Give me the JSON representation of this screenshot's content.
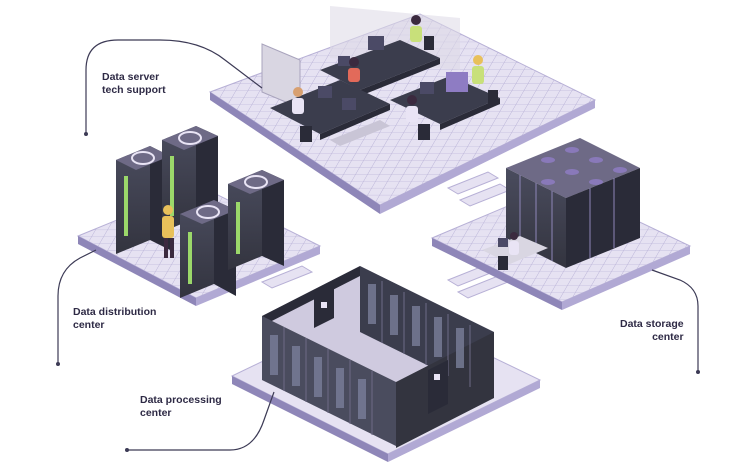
{
  "labels": {
    "tech_support": [
      "Data server",
      "tech support"
    ],
    "distribution": [
      "Data distribution",
      "center"
    ],
    "processing": [
      "Data processing",
      "center"
    ],
    "storage": [
      "Data storage",
      "center"
    ]
  },
  "colors": {
    "floor_top": "#e6e2f2",
    "floor_grid": "#b7b0d6",
    "floor_side": "#8e86b8",
    "rack_front": "#3b3d4d",
    "rack_side": "#2a2b38",
    "rack_top": "#6e6a86",
    "led_green": "#9bd86a",
    "accent_purple": "#8e7cc3",
    "connector_line": "#3c3a55",
    "label_text": "#2e2a45"
  },
  "icons": [
    "server-rack-icon",
    "fan-icon",
    "person-icon",
    "monitor-icon",
    "door-icon"
  ]
}
